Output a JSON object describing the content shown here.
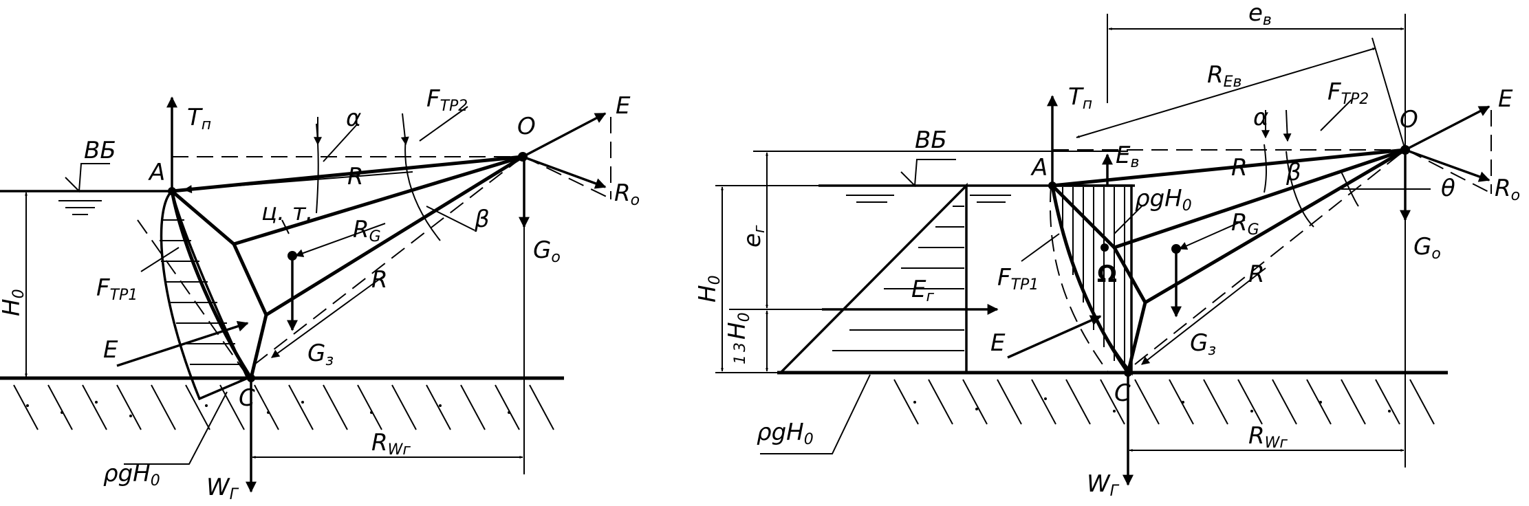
{
  "colors": {
    "ink": "#000000",
    "paper": "#ffffff"
  },
  "left": {
    "water_label": "ВБ",
    "point_a": "A",
    "point_c": "C",
    "point_o": "O",
    "tn_main": "T",
    "tn_sub": "п",
    "ftr2_main": "F",
    "ftr2_sub": "ТР2",
    "ftr1_main": "F",
    "ftr1_sub": "ТР1",
    "alpha": "α",
    "beta": "β",
    "cg": "ц. т.",
    "r_top": "R",
    "r_bottom": "R",
    "rg_main": "R",
    "rg_sub": "G",
    "e_left": "E",
    "e_right": "E",
    "ro_main": "R",
    "ro_sub": "о",
    "go_main": "G",
    "go_sub": "о",
    "gz_main": "G",
    "gz_sub": "з",
    "wg_main": "W",
    "wg_sub": "Г",
    "rw_main": "R",
    "rw_sub": "Wг",
    "h0_main": "H",
    "h0_sub": "0",
    "rho": "ρgH",
    "rho_sub": "0"
  },
  "right": {
    "ev_top_main": "e",
    "ev_top_sub": "в",
    "rev_main": "R",
    "rev_sub": "Eв",
    "water_label": "ВБ",
    "point_a": "A",
    "point_c": "C",
    "point_o": "O",
    "tn_main": "T",
    "tn_sub": "п",
    "ftr2_main": "F",
    "ftr2_sub": "ТР2",
    "ftr1_main": "F",
    "ftr1_sub": "ТР1",
    "alpha": "α",
    "beta": "β",
    "theta": "θ",
    "omega": "Ω",
    "eb_main": "E",
    "eb_sub": "в",
    "eg_main": "E",
    "eg_sub": "г",
    "eg_dim_main": "e",
    "eg_dim_sub": "г",
    "r_top": "R",
    "r_bottom": "R",
    "rg_main": "R",
    "rg_sub": "G",
    "e_left": "E",
    "e_right": "E",
    "ro_main": "R",
    "ro_sub": "о",
    "go_main": "G",
    "go_sub": "о",
    "gz_main": "G",
    "gz_sub": "з",
    "wg_main": "W",
    "wg_sub": "Г",
    "rw_main": "R",
    "rw_sub": "Wг",
    "h0_main": "H",
    "h0_sub": "0",
    "third_num": "1",
    "third_den": "3",
    "third_h": "H",
    "third_sub": "0",
    "rho_mid": "ρgH",
    "rho_mid_sub": "0",
    "rho": "ρgH",
    "rho_sub": "0"
  }
}
